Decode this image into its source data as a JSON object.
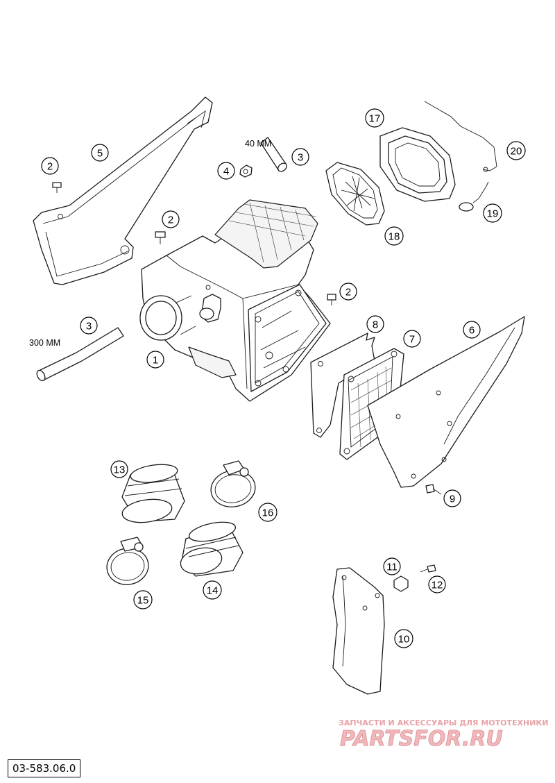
{
  "diagram": {
    "code": "03-583.06.0",
    "dimensions": {
      "hose_short": "40 MM",
      "hose_long": "300 MM"
    },
    "callouts": [
      {
        "id": "c1",
        "label": "1"
      },
      {
        "id": "c2a",
        "label": "2"
      },
      {
        "id": "c2b",
        "label": "2"
      },
      {
        "id": "c2c",
        "label": "2"
      },
      {
        "id": "c3a",
        "label": "3"
      },
      {
        "id": "c3b",
        "label": "3"
      },
      {
        "id": "c4",
        "label": "4"
      },
      {
        "id": "c5",
        "label": "5"
      },
      {
        "id": "c6",
        "label": "6"
      },
      {
        "id": "c7",
        "label": "7"
      },
      {
        "id": "c8",
        "label": "8"
      },
      {
        "id": "c9",
        "label": "9"
      },
      {
        "id": "c10",
        "label": "10"
      },
      {
        "id": "c11",
        "label": "11"
      },
      {
        "id": "c12",
        "label": "12"
      },
      {
        "id": "c13",
        "label": "13"
      },
      {
        "id": "c14",
        "label": "14"
      },
      {
        "id": "c15",
        "label": "15"
      },
      {
        "id": "c16",
        "label": "16"
      },
      {
        "id": "c17",
        "label": "17"
      },
      {
        "id": "c18",
        "label": "18"
      },
      {
        "id": "c19",
        "label": "19"
      },
      {
        "id": "c20",
        "label": "20"
      }
    ]
  },
  "watermark": {
    "tagline": "ЗАПЧАСТИ И АКСЕССУАРЫ ДЛЯ МОТОТЕХНИКИ",
    "logo": "PARTSFOR.RU",
    "color": "#e88f96"
  }
}
